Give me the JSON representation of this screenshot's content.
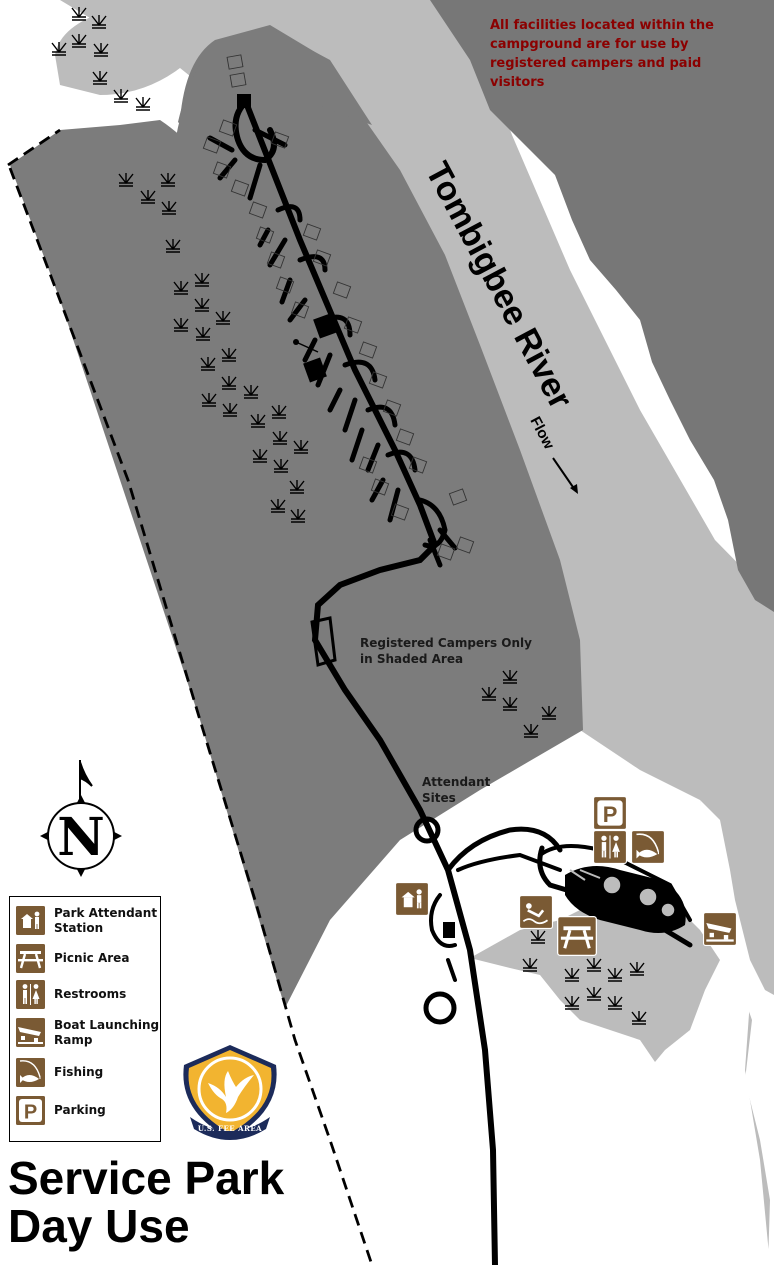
{
  "notice": [
    "All facilities located within the",
    "campground are for use by",
    "registered campers and paid",
    "visitors"
  ],
  "river_name": "Tombigbee River",
  "flow_label": "Flow",
  "registered_note": [
    "Registered Campers Only",
    "in Shaded Area"
  ],
  "attendant_label": [
    "Attendant",
    "Sites"
  ],
  "compass_letter": "N",
  "legend": [
    {
      "icon": "park-attendant-icon",
      "label": [
        "Park Attendant",
        "Station"
      ]
    },
    {
      "icon": "picnic-table-icon",
      "label": [
        "Picnic Area"
      ]
    },
    {
      "icon": "restrooms-icon",
      "label": [
        "Restrooms"
      ]
    },
    {
      "icon": "boat-ramp-icon",
      "label": [
        "Boat Launching",
        "Ramp"
      ]
    },
    {
      "icon": "fishing-icon",
      "label": [
        "Fishing"
      ]
    },
    {
      "icon": "parking-icon",
      "label": [
        "Parking"
      ]
    }
  ],
  "fee_badge_text": "U.S. FEE AREA",
  "title": [
    "Service Park",
    "Day Use"
  ],
  "colors": {
    "river": "#777777",
    "land": "#bcbcbc",
    "campground": "#7c7c7c",
    "dayuse": "#bcbcbc",
    "icon_brown": "#7a5a34",
    "notice_red": "#8b0000",
    "badge_gold": "#f2b430",
    "badge_navy": "#1c2b5a"
  }
}
